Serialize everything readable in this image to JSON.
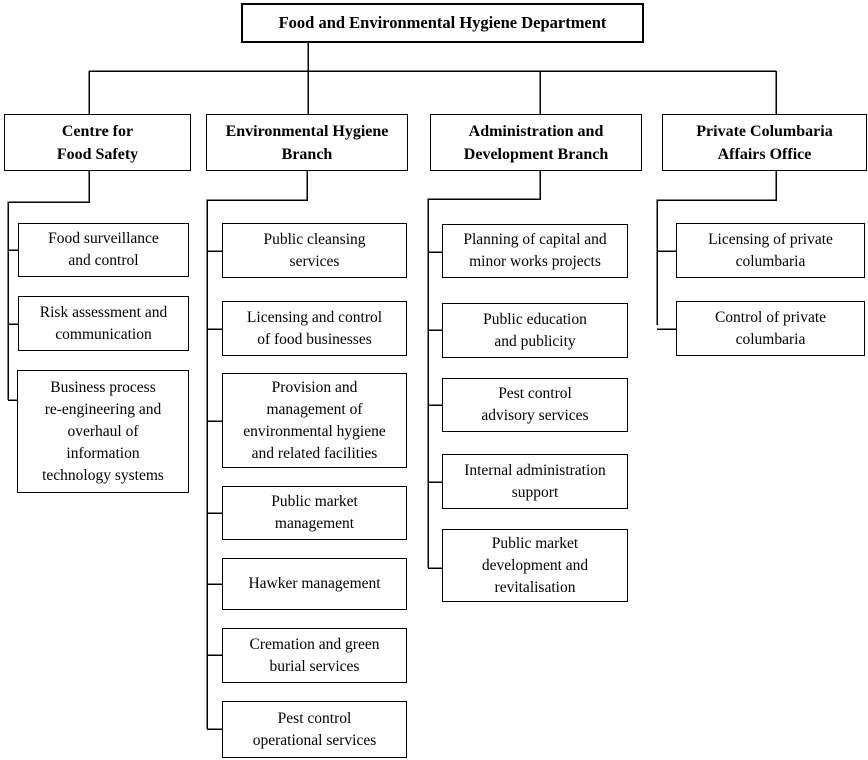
{
  "diagram": {
    "root": {
      "label": "Food and Environmental Hygiene Department"
    },
    "branches": [
      {
        "label": "Centre for\nFood Safety",
        "children": [
          {
            "label": "Food surveillance\nand control"
          },
          {
            "label": "Risk assessment and\ncommunication"
          },
          {
            "label": "Business process\nre-engineering and\noverhaul of\ninformation\ntechnology systems"
          }
        ]
      },
      {
        "label": "Environmental Hygiene\nBranch",
        "children": [
          {
            "label": "Public cleansing\nservices"
          },
          {
            "label": "Licensing and control\nof food businesses"
          },
          {
            "label": "Provision and\nmanagement of\nenvironmental hygiene\nand related facilities"
          },
          {
            "label": "Public market\nmanagement"
          },
          {
            "label": "Hawker management"
          },
          {
            "label": "Cremation and green\nburial services"
          },
          {
            "label": "Pest control\noperational services"
          }
        ]
      },
      {
        "label": "Administration and\nDevelopment Branch",
        "children": [
          {
            "label": "Planning of capital and\nminor works projects"
          },
          {
            "label": "Public education\nand publicity"
          },
          {
            "label": "Pest control\nadvisory services"
          },
          {
            "label": "Internal administration\nsupport"
          },
          {
            "label": "Public market\ndevelopment and\nrevitalisation"
          }
        ]
      },
      {
        "label": "Private Columbaria\nAffairs Office",
        "children": [
          {
            "label": "Licensing of private\ncolumbaria"
          },
          {
            "label": "Control of private\ncolumbaria"
          }
        ]
      }
    ],
    "colors": {
      "line": "#000000",
      "box_border": "#000000",
      "text": "#000000",
      "background": "#ffffff"
    }
  }
}
